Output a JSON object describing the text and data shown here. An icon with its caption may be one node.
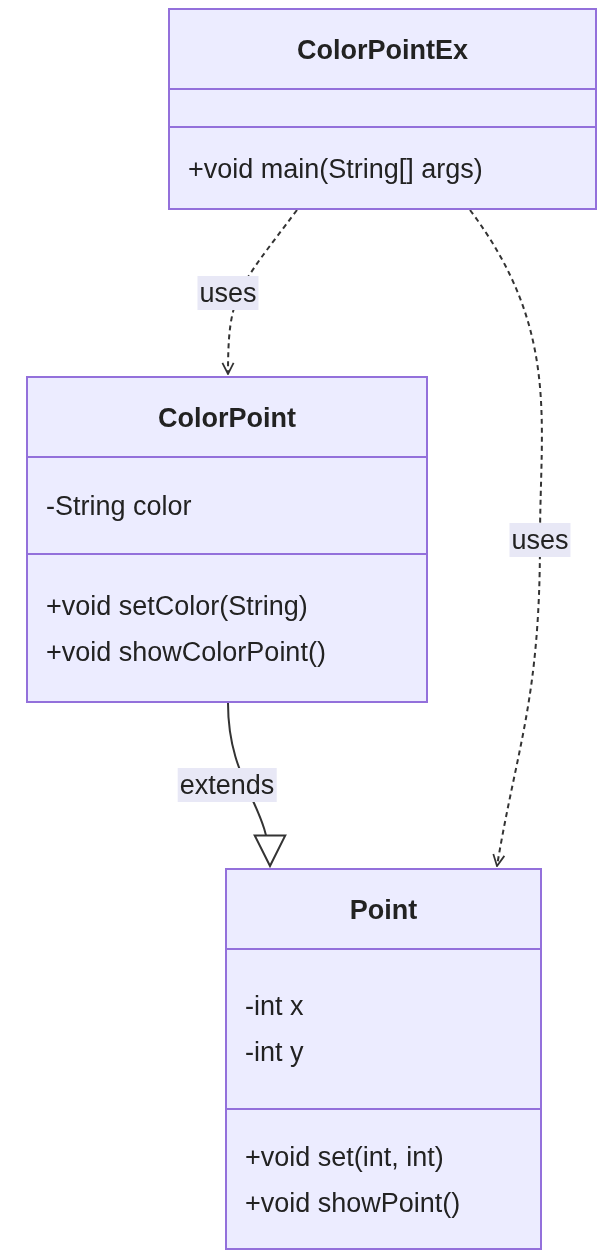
{
  "diagram": {
    "nodes": [
      {
        "text": [
          "ColorPointEx"
        ]
      },
      {
        "text": [],
        "shape": "box",
        "in": 0
      },
      {
        "text": [
          "+void main(String[] args)"
        ],
        "in": 0
      },
      {
        "text": [
          "ColorPoint"
        ]
      },
      {
        "text": [
          "-String color"
        ],
        "in": 3
      },
      {
        "text": [
          "+void setColor(String)",
          "+void showColorPoint()"
        ],
        "in": 3
      },
      {
        "text": [
          "Point"
        ]
      },
      {
        "text": [
          "-int x",
          "-int y"
        ],
        "in": 6
      },
      {
        "text": [
          "+void set(int, int)",
          "+void showPoint()"
        ],
        "in": 6
      }
    ],
    "edges": [
      {
        "from": 0,
        "to": 3,
        "arrow": "to",
        "label": "uses",
        "style": "dashed"
      },
      {
        "from": 0,
        "to": 6,
        "arrow": "to",
        "label": "uses",
        "style": "dashed"
      },
      {
        "from": 3,
        "to": 6,
        "arrow": "to",
        "label": "extends"
      }
    ]
  }
}
